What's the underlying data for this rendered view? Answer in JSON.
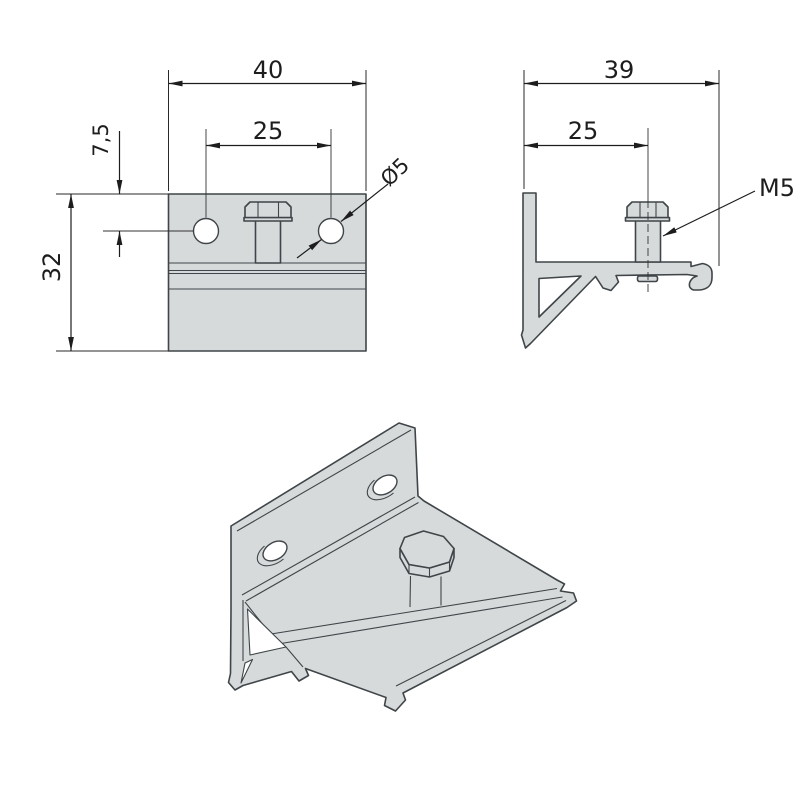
{
  "drawing": {
    "type": "technical-drawing",
    "subject": "wall bracket extrusion profile with hex bolt",
    "colors": {
      "background": "#ffffff",
      "part_fill": "#d7dadb",
      "part_line": "#3f4548",
      "dimension_line": "#1d1d1d"
    },
    "front_view": {
      "overall_width": "40",
      "hole_spacing": "25",
      "hole_top_offset": "7,5",
      "overall_height": "32",
      "hole_diameter": "Ø5"
    },
    "side_view": {
      "overall_depth": "39",
      "bolt_offset": "25",
      "bolt_label": "M5"
    }
  }
}
